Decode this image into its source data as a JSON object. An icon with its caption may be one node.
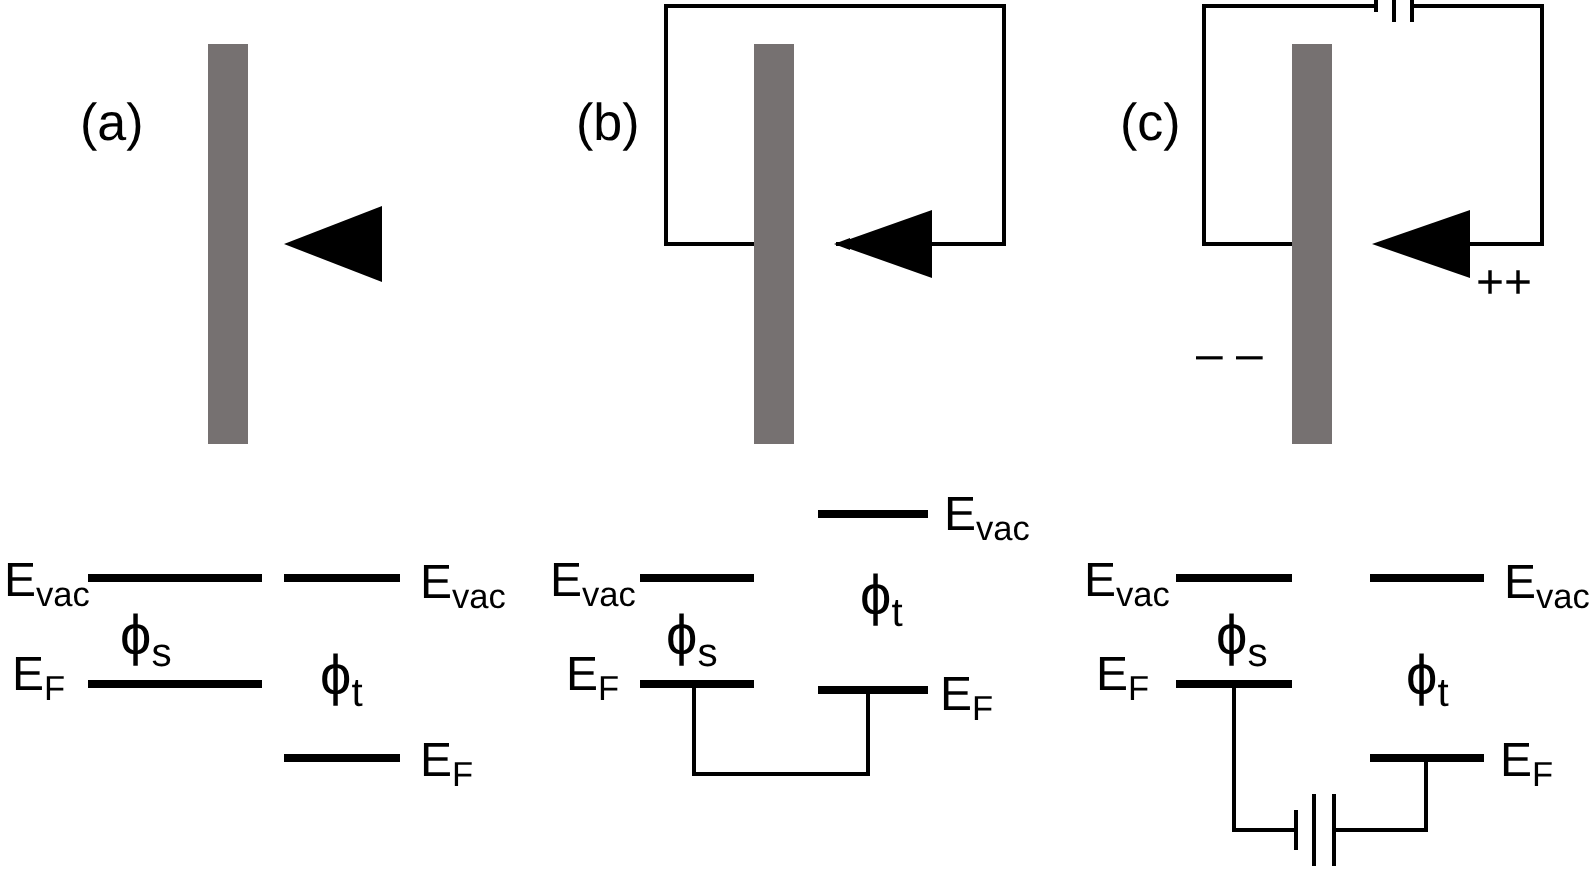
{
  "diagram": {
    "nodes": [
      {
        "text": [],
        "shape": "bar"
      },
      {
        "text": [],
        "shape": "triangle"
      },
      {
        "text": [],
        "shape": "bar"
      },
      {
        "text": [],
        "shape": "triangle"
      },
      {
        "text": [],
        "shape": "bar"
      },
      {
        "text": [],
        "shape": "triangle"
      },
      {
        "text": [],
        "shape": "bar",
        "beside": [
          "E$_{vac}$"
        ]
      },
      {
        "text": [],
        "shape": "bar",
        "beside": [
          "E$_{F}$"
        ]
      },
      {
        "text": [],
        "shape": "bar",
        "beside": [
          "E$_{vac}$"
        ]
      },
      {
        "text": [],
        "shape": "bar",
        "beside": [
          "E$_{F}$"
        ]
      },
      {
        "text": [],
        "shape": "bar",
        "beside": [
          "E$_{vac}$"
        ]
      },
      {
        "text": [],
        "shape": "bar",
        "beside": [
          "E$_{F}$"
        ]
      },
      {
        "text": [],
        "shape": "bar",
        "beside": [
          "E$_{vac}$"
        ]
      },
      {
        "text": [],
        "shape": "bar",
        "beside": [
          "E$_{F}$"
        ]
      },
      {
        "text": [],
        "shape": "bar",
        "beside": [
          "E$_{vac}$"
        ]
      },
      {
        "text": [],
        "shape": "bar",
        "beside": [
          "E$_{F}$"
        ]
      },
      {
        "text": [],
        "shape": "bar",
        "beside": [
          "E$_{vac}$"
        ]
      },
      {
        "text": [],
        "shape": "bar",
        "beside": [
          "E$_{F}$"
        ]
      }
    ],
    "edges": [
      {
        "from": 2,
        "to": 3,
        "arrow": "to"
      },
      {
        "from": 4,
        "to": 5,
        "arrow": "none"
      },
      {
        "from": 11,
        "to": 13,
        "arrow": "none"
      },
      {
        "from": 15,
        "to": 17,
        "arrow": "none"
      }
    ],
    "labels": [
      "(a)",
      "(b)",
      "(c)",
      "++",
      "– –",
      "ϕ$_{s}$",
      "ϕ$_{t}$",
      "ϕ$_{t}$",
      "ϕ$_{s}$",
      "ϕ$_{s}$",
      "ϕ$_{t}$"
    ]
  }
}
